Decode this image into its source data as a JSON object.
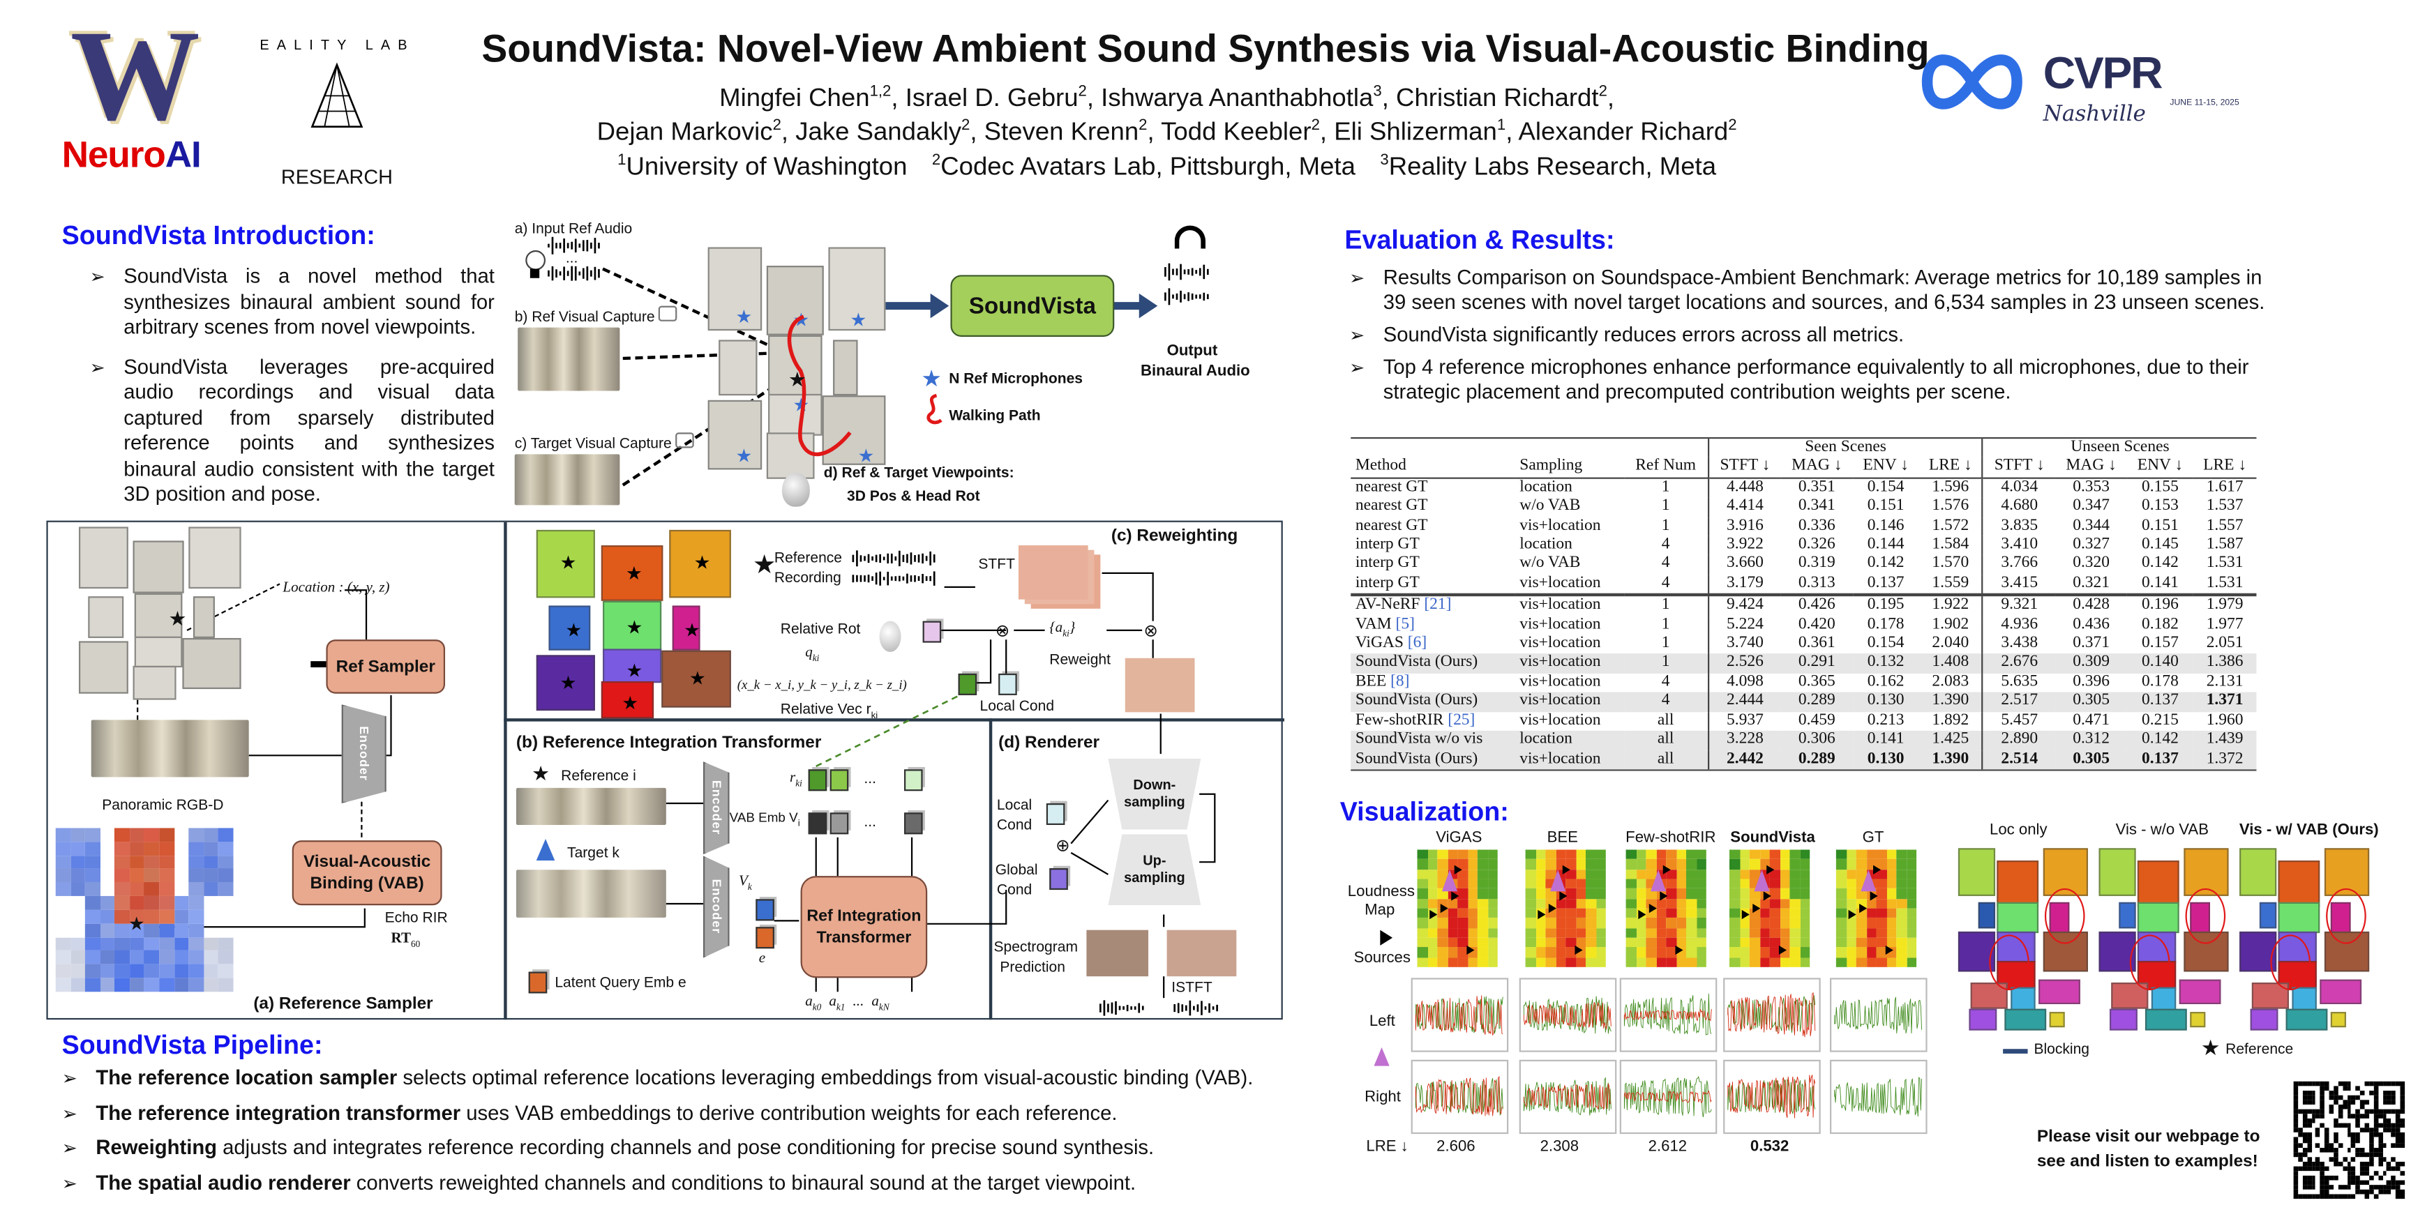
{
  "header": {
    "title": "SoundVista: Novel-View Ambient Sound Synthesis via Visual-Acoustic Binding",
    "authors_line1": [
      {
        "name": "Mingfei Chen",
        "sup": "1,2",
        "sep": ", "
      },
      {
        "name": "Israel D. Gebru",
        "sup": "2",
        "sep": ", "
      },
      {
        "name": "Ishwarya Ananthabhotla",
        "sup": "3",
        "sep": ", "
      },
      {
        "name": "Christian Richardt",
        "sup": "2",
        "sep": ","
      }
    ],
    "authors_line2": [
      {
        "name": "Dejan Markovic",
        "sup": "2",
        "sep": ", "
      },
      {
        "name": "Jake Sandakly",
        "sup": "2",
        "sep": ", "
      },
      {
        "name": "Steven Krenn",
        "sup": "2",
        "sep": ", "
      },
      {
        "name": "Todd Keebler",
        "sup": "2",
        "sep": ", "
      },
      {
        "name": "Eli Shlizerman",
        "sup": "1",
        "sep": ", "
      },
      {
        "name": "Alexander Richard",
        "sup": "2",
        "sep": ""
      }
    ],
    "affiliations": [
      {
        "sup": "1",
        "name": "University of Washington"
      },
      {
        "sup": "2",
        "name": "Codec Avatars Lab, Pittsburgh, Meta"
      },
      {
        "sup": "3",
        "name": "Reality Labs Research, Meta"
      }
    ],
    "logos": {
      "uw": "W",
      "neuroai_red": "Neuro",
      "neuroai_blue": "AI",
      "reality_labs": "REALITY LABS",
      "reality_labs_sub": "RESEARCH",
      "cvpr": "CVPR",
      "cvpr_city": "Nashville",
      "cvpr_dates": "JUNE 11-15, 2025"
    }
  },
  "colors": {
    "section_heading": "#1414ee",
    "uw_purple": "#3b3a78",
    "uw_gold": "#e6d8ad",
    "neuro_red": "#e00000",
    "neuro_blue": "#1a1aa0",
    "soundvista_box": "#a4cf5a",
    "meta_blue": "#2f6fe6",
    "highlight_row": "#e6e6e6",
    "cite_blue": "#3a66c8"
  },
  "intro": {
    "heading": "SoundVista Introduction:",
    "bullets": [
      "SoundVista is a novel method that synthesizes binaural ambient sound for arbitrary scenes from novel viewpoints.",
      "SoundVista leverages pre-acquired audio recordings and visual data captured from sparsely distributed reference points and synthesizes binaural audio consistent with the target 3D position and pose."
    ],
    "bullet_icon": "arrow-bullet-icon"
  },
  "overview_figure": {
    "a_label": "a) Input Ref Audio",
    "ellipsis": "...",
    "b_label": "b) Ref Visual Capture",
    "c_label": "c) Target Visual Capture",
    "d_label_1": "d) Ref & Target Viewpoints:",
    "d_label_2": "3D Pos & Head Rot",
    "center_box": "SoundVista",
    "output_1": "Output",
    "output_2": "Binaural Audio",
    "legend_mics": "N Ref Microphones",
    "legend_path": "Walking Path"
  },
  "pipeline_figure": {
    "location": "Location : (x, y, z)",
    "ref_sampler": "Ref Sampler",
    "encoder": "Encoder",
    "panoramic": "Panoramic RGB-D",
    "vab_1": "Visual-Acoustic",
    "vab_2": "Binding (VAB)",
    "echo_rir": "Echo RIR",
    "rt60": "RT",
    "rt60_sub": "60",
    "a_title": "(a) Reference Sampler",
    "c_title": "(c) Reweighting",
    "reference": "Reference",
    "recording": "Recording",
    "stft": "STFT",
    "relative_rot": "Relative Rot",
    "q_ki": "q",
    "ki": "ki",
    "a_ki": "{a",
    "a_ki_close": "}",
    "reweight": "Reweight",
    "rel_expr": "(x_k − x_i, y_k − y_i, z_k − z_i)",
    "relative_vec": "Relative Vec r",
    "local_cond": "Local Cond",
    "b_title": "(b) Reference Integration Transformer",
    "reference_i": "Reference i",
    "target_k": "Target k",
    "vab_emb": "VAB Emb V",
    "r_ki": "r",
    "v_k": "V",
    "k": "k",
    "e": "e",
    "cube_ellipsis": "...",
    "rit_1": "Ref Integration",
    "rit_2": "Transformer",
    "latent": "Latent Query Emb e",
    "outputs": [
      "a",
      "a",
      "...",
      "a"
    ],
    "output_subs": [
      "k0",
      "k1",
      "",
      "kN"
    ],
    "d_title": "(d) Renderer",
    "down_1": "Down-",
    "down_2": "sampling",
    "up_1": "Up-",
    "up_2": "sampling",
    "local": "Local",
    "cond": "Cond",
    "global": "Global",
    "spec_1": "Spectrogram",
    "spec_2": "Prediction",
    "istft": "ISTFT"
  },
  "pipeline": {
    "heading": "SoundVista Pipeline:",
    "bullets": [
      {
        "bold": "The reference location sampler",
        "text": " selects optimal reference locations leveraging embeddings from visual-acoustic binding (VAB)."
      },
      {
        "bold": "The reference integration transformer",
        "text": " uses VAB embeddings to derive contribution weights for each reference."
      },
      {
        "bold": "Reweighting",
        "text": "  adjusts and integrates reference recording channels and pose conditioning for precise sound synthesis."
      },
      {
        "bold": "The spatial audio renderer",
        "text": " converts reweighted channels and conditions to binaural sound at the target viewpoint."
      }
    ]
  },
  "evaluation": {
    "heading": "Evaluation & Results:",
    "bullets": [
      "Results Comparison on Soundspace-Ambient Benchmark: Average metrics for 10,189 samples in 39 seen scenes with novel target locations and sources, and 6,534 samples in 23 unseen scenes.",
      "SoundVista significantly reduces errors across all metrics.",
      "Top 4 reference microphones enhance performance equivalently to all microphones, due to their strategic placement and precomputed contribution weights per scene."
    ]
  },
  "results_table": {
    "group_headers": [
      "Seen Scenes",
      "Unseen Scenes"
    ],
    "columns": [
      "Method",
      "Sampling",
      "Ref Num",
      "STFT ↓",
      "MAG ↓",
      "ENV ↓",
      "LRE ↓",
      "STFT ↓",
      "MAG ↓",
      "ENV ↓",
      "LRE ↓"
    ],
    "rows": [
      {
        "method": "nearest GT",
        "cite": "",
        "sampling": "location",
        "ref": "1",
        "values": [
          "4.448",
          "0.351",
          "0.154",
          "1.596",
          "4.034",
          "0.353",
          "0.155",
          "1.617"
        ],
        "bold": [],
        "highlight": false,
        "group_start": false
      },
      {
        "method": "nearest GT",
        "cite": "",
        "sampling": "w/o VAB",
        "ref": "1",
        "values": [
          "4.414",
          "0.341",
          "0.151",
          "1.576",
          "4.680",
          "0.347",
          "0.153",
          "1.537"
        ],
        "bold": [],
        "highlight": false,
        "group_start": false
      },
      {
        "method": "nearest GT",
        "cite": "",
        "sampling": "vis+location",
        "ref": "1",
        "values": [
          "3.916",
          "0.336",
          "0.146",
          "1.572",
          "3.835",
          "0.344",
          "0.151",
          "1.557"
        ],
        "bold": [],
        "highlight": false,
        "group_start": false
      },
      {
        "method": "interp GT",
        "cite": "",
        "sampling": "location",
        "ref": "4",
        "values": [
          "3.922",
          "0.326",
          "0.144",
          "1.584",
          "3.410",
          "0.327",
          "0.145",
          "1.587"
        ],
        "bold": [],
        "highlight": false,
        "group_start": false
      },
      {
        "method": "interp GT",
        "cite": "",
        "sampling": "w/o VAB",
        "ref": "4",
        "values": [
          "3.660",
          "0.319",
          "0.142",
          "1.570",
          "3.766",
          "0.320",
          "0.142",
          "1.531"
        ],
        "bold": [],
        "highlight": false,
        "group_start": false
      },
      {
        "method": "interp GT",
        "cite": "",
        "sampling": "vis+location",
        "ref": "4",
        "values": [
          "3.179",
          "0.313",
          "0.137",
          "1.559",
          "3.415",
          "0.321",
          "0.141",
          "1.531"
        ],
        "bold": [],
        "highlight": false,
        "group_start": false
      },
      {
        "method": "AV-NeRF ",
        "cite": "[21]",
        "sampling": "vis+location",
        "ref": "1",
        "values": [
          "9.424",
          "0.426",
          "0.195",
          "1.922",
          "9.321",
          "0.428",
          "0.196",
          "1.979"
        ],
        "bold": [],
        "highlight": false,
        "group_start": true
      },
      {
        "method": "VAM ",
        "cite": "[5]",
        "sampling": "vis+location",
        "ref": "1",
        "values": [
          "5.224",
          "0.420",
          "0.178",
          "1.902",
          "4.936",
          "0.436",
          "0.182",
          "1.977"
        ],
        "bold": [],
        "highlight": false,
        "group_start": false
      },
      {
        "method": "ViGAS ",
        "cite": "[6]",
        "sampling": "vis+location",
        "ref": "1",
        "values": [
          "3.740",
          "0.361",
          "0.154",
          "2.040",
          "3.438",
          "0.371",
          "0.157",
          "2.051"
        ],
        "bold": [],
        "highlight": false,
        "group_start": false
      },
      {
        "method": "SoundVista (Ours)",
        "cite": "",
        "sampling": "vis+location",
        "ref": "1",
        "values": [
          "2.526",
          "0.291",
          "0.132",
          "1.408",
          "2.676",
          "0.309",
          "0.140",
          "1.386"
        ],
        "bold": [],
        "highlight": true,
        "group_start": false
      },
      {
        "method": "BEE ",
        "cite": "[8]",
        "sampling": "vis+location",
        "ref": "4",
        "values": [
          "4.098",
          "0.365",
          "0.162",
          "2.083",
          "5.635",
          "0.396",
          "0.178",
          "2.131"
        ],
        "bold": [],
        "highlight": false,
        "group_start": false
      },
      {
        "method": "SoundVista (Ours)",
        "cite": "",
        "sampling": "vis+location",
        "ref": "4",
        "values": [
          "2.444",
          "0.289",
          "0.130",
          "1.390",
          "2.517",
          "0.305",
          "0.137",
          "1.371"
        ],
        "bold": [
          7
        ],
        "highlight": true,
        "group_start": false
      },
      {
        "method": "Few-shotRIR ",
        "cite": "[25]",
        "sampling": "vis+location",
        "ref": "all",
        "values": [
          "5.937",
          "0.459",
          "0.213",
          "1.892",
          "5.457",
          "0.471",
          "0.215",
          "1.960"
        ],
        "bold": [],
        "highlight": false,
        "group_start": false
      },
      {
        "method": "SoundVista w/o vis",
        "cite": "",
        "sampling": "location",
        "ref": "all",
        "values": [
          "3.228",
          "0.306",
          "0.141",
          "1.425",
          "2.890",
          "0.312",
          "0.142",
          "1.439"
        ],
        "bold": [],
        "highlight": true,
        "group_start": false
      },
      {
        "method": "SoundVista (Ours)",
        "cite": "",
        "sampling": "vis+location",
        "ref": "all",
        "values": [
          "2.442",
          "0.289",
          "0.130",
          "1.390",
          "2.514",
          "0.305",
          "0.137",
          "1.372"
        ],
        "bold": [
          0,
          1,
          2,
          3,
          4,
          5,
          6
        ],
        "highlight": true,
        "group_start": false
      }
    ]
  },
  "visualization": {
    "heading": "Visualization:",
    "methods": [
      "ViGAS",
      "BEE",
      "Few-shotRIR",
      "SoundVista",
      "GT"
    ],
    "bold_method": "SoundVista",
    "row_label_loudness_1": "Loudness",
    "row_label_loudness_2": "Map",
    "row_label_sources": "Sources",
    "row_label_left": "Left",
    "row_label_right": "Right",
    "lre_label": "LRE ↓",
    "lre_values": [
      "2.606",
      "2.308",
      "2.612",
      "0.532"
    ],
    "waveform_colors": {
      "prediction": "#d42a10",
      "ground_truth": "#3d8a1a"
    },
    "sampling_panels": [
      "Loc only",
      "Vis - w/o VAB",
      "Vis - w/ VAB (Ours)"
    ],
    "legend_blocking": "Blocking",
    "legend_reference": "Reference",
    "webpage_1": "Please visit our webpage to",
    "webpage_2": "see and listen to examples!"
  }
}
